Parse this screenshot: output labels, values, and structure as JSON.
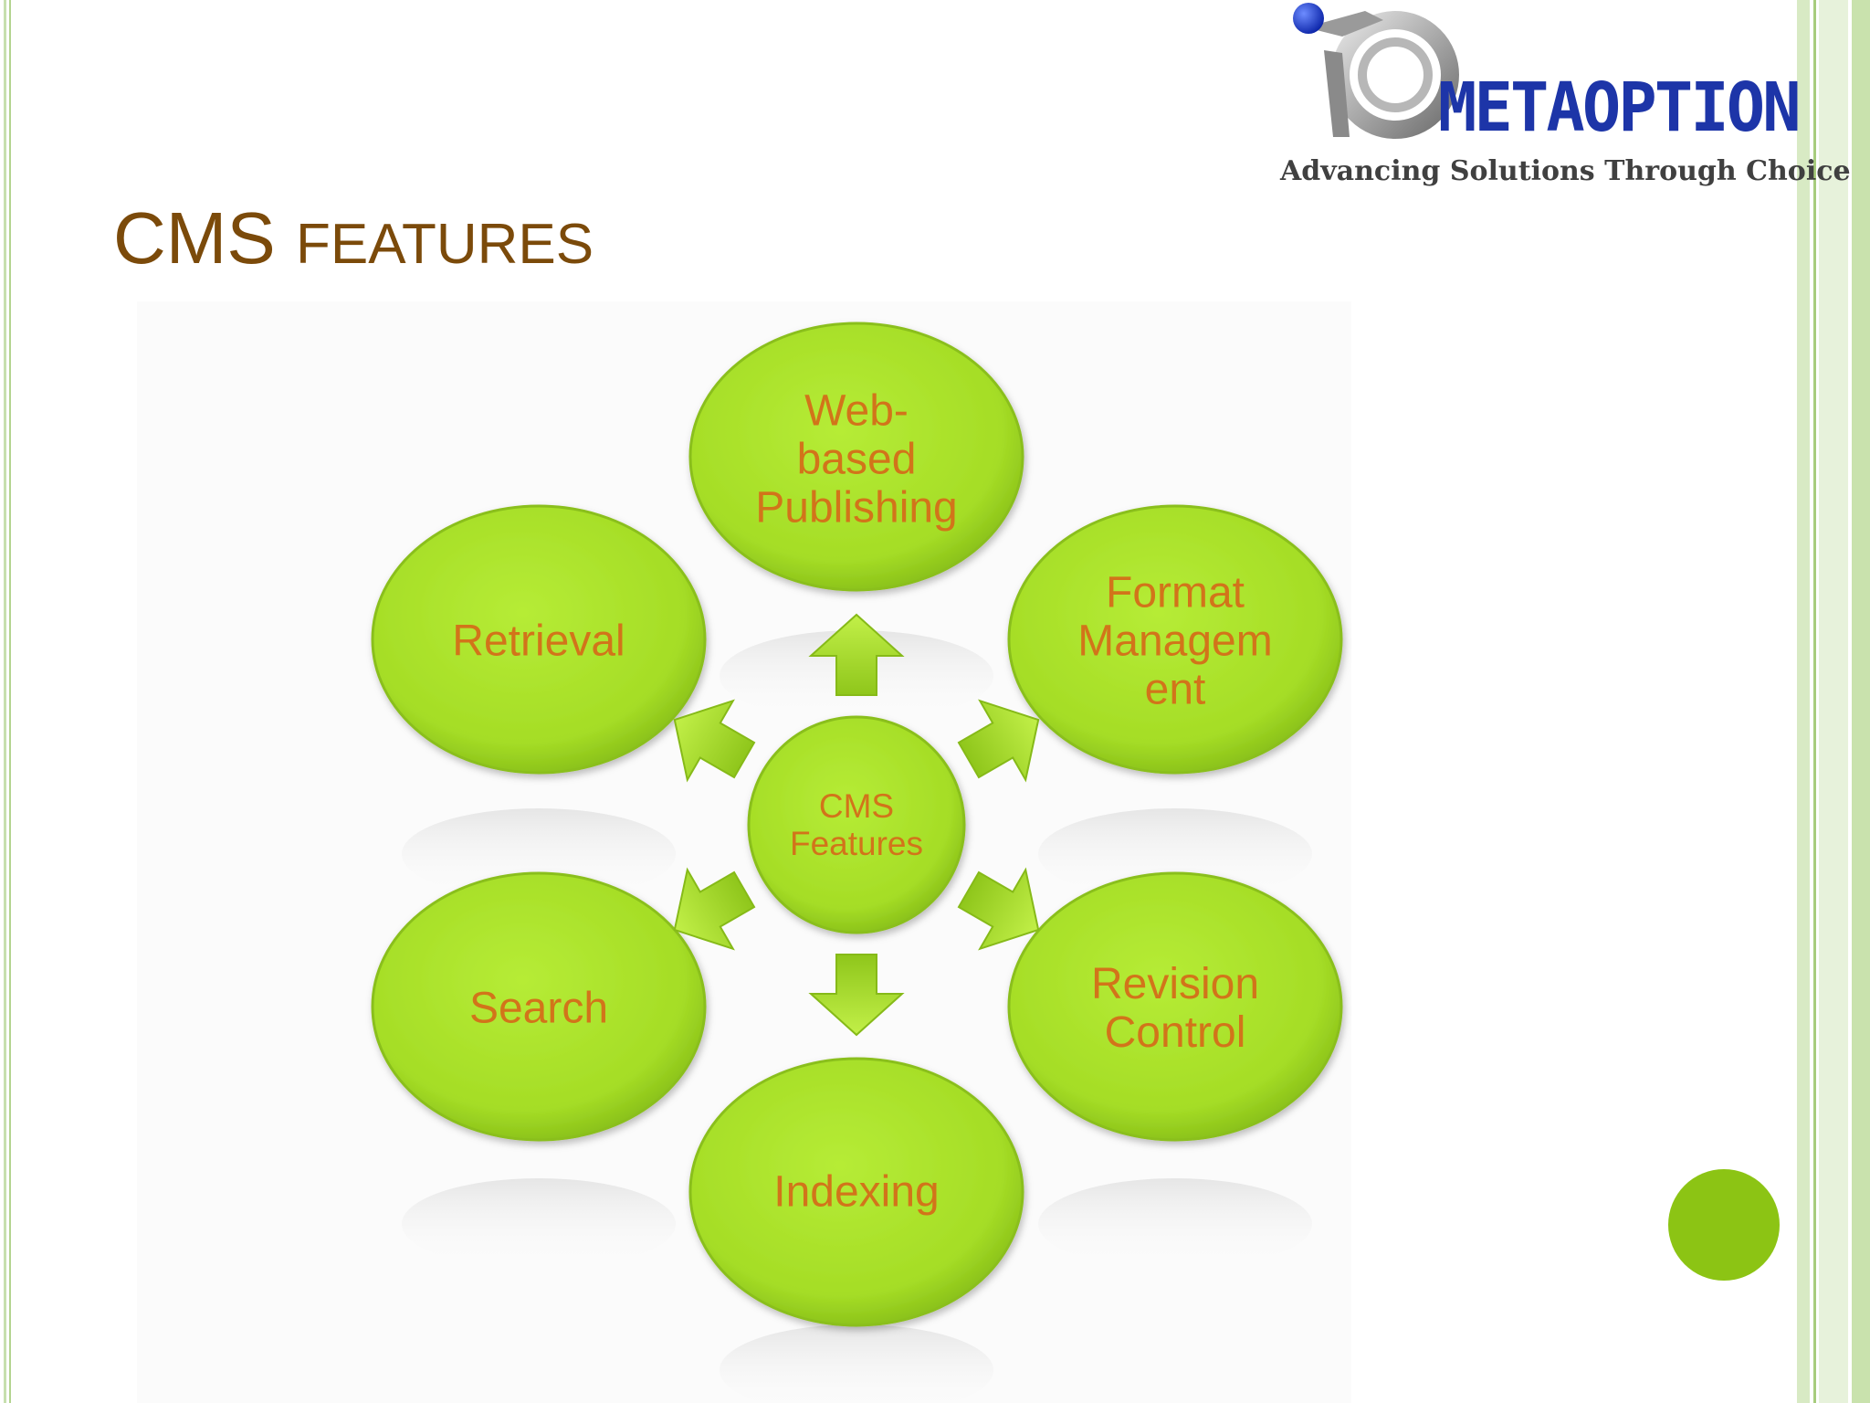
{
  "logo": {
    "name": "METAOPTION",
    "tagline": "Advancing Solutions Through Choice"
  },
  "title": {
    "main": "CMS",
    "small": "FEATURES"
  },
  "diagram": {
    "center": "CMS\nFeatures",
    "nodes": {
      "top": "Web-\nbased\nPublishing",
      "upper_right": "Format\nManagem\nent",
      "lower_right": "Revision\nControl",
      "bottom": "Indexing",
      "lower_left": "Search",
      "upper_left": "Retrieval"
    }
  },
  "colors": {
    "node_fill": "#a8e02a",
    "label": "#d2741a",
    "title": "#7b4a0a",
    "logo_text": "#1d35a8",
    "accent_dot": "#8cc414"
  }
}
